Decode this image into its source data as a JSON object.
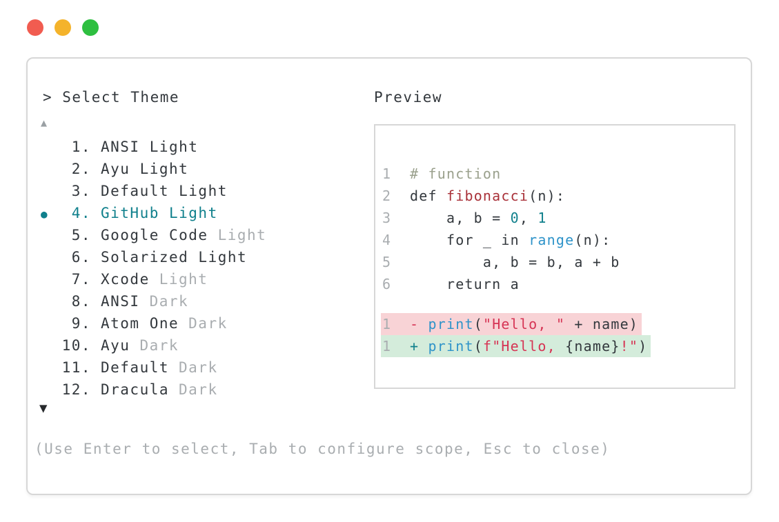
{
  "colors": {
    "panel_border": "#d7d7d7",
    "text_dark": "#33383d",
    "text_muted": "#a9adb0",
    "accent_teal": "#10808c",
    "arrow_up": "#9aa0a4",
    "arrow_down": "#26292c",
    "comment_olive": "#9aa08c",
    "func_red": "#a93139",
    "string_crimson": "#d63454",
    "builtin_blue": "#2e93c9",
    "number_teal": "#10808c",
    "lineno_gray": "#a9adb0",
    "removed_bg": "#f8d3d6",
    "added_bg": "#d4ecdb"
  },
  "window": {
    "traffic_lights": [
      {
        "name": "close",
        "color": "#f15c50"
      },
      {
        "name": "minimize",
        "color": "#f4b32b"
      },
      {
        "name": "maximize",
        "color": "#2ebf40"
      }
    ]
  },
  "palette": {
    "title": "> Select Theme",
    "scroll_up_icon": "▲",
    "scroll_down_icon": "▼",
    "selected_bullet_icon": "●",
    "items": [
      {
        "number": "1.",
        "name": "ANSI Light",
        "muted": "",
        "selected": false
      },
      {
        "number": "2.",
        "name": "Ayu Light",
        "muted": "",
        "selected": false
      },
      {
        "number": "3.",
        "name": "Default Light",
        "muted": "",
        "selected": false
      },
      {
        "number": "4.",
        "name": "GitHub Light",
        "muted": "",
        "selected": true
      },
      {
        "number": "5.",
        "name": "Google Code",
        "muted": "Light",
        "selected": false
      },
      {
        "number": "6.",
        "name": "Solarized Light",
        "muted": "",
        "selected": false
      },
      {
        "number": "7.",
        "name": "Xcode",
        "muted": "Light",
        "selected": false
      },
      {
        "number": "8.",
        "name": "ANSI",
        "muted": "Dark",
        "selected": false
      },
      {
        "number": "9.",
        "name": "Atom One",
        "muted": "Dark",
        "selected": false
      },
      {
        "number": "10.",
        "name": "Ayu",
        "muted": "Dark",
        "selected": false
      },
      {
        "number": "11.",
        "name": "Default",
        "muted": "Dark",
        "selected": false
      },
      {
        "number": "12.",
        "name": "Dracula",
        "muted": "Dark",
        "selected": false
      }
    ],
    "footer_hint": "(Use Enter to select, Tab to configure scope, Esc to close)"
  },
  "preview": {
    "label": "Preview",
    "code_lines": [
      {
        "num": "1",
        "tokens": [
          {
            "t": "# function",
            "c": "comment"
          }
        ]
      },
      {
        "num": "2",
        "tokens": [
          {
            "t": "def ",
            "c": "plain"
          },
          {
            "t": "fibonacci",
            "c": "func"
          },
          {
            "t": "(n):",
            "c": "plain"
          }
        ]
      },
      {
        "num": "3",
        "tokens": [
          {
            "t": "    a, b = ",
            "c": "plain"
          },
          {
            "t": "0",
            "c": "number"
          },
          {
            "t": ", ",
            "c": "plain"
          },
          {
            "t": "1",
            "c": "number"
          }
        ]
      },
      {
        "num": "4",
        "tokens": [
          {
            "t": "    for _ in ",
            "c": "plain"
          },
          {
            "t": "range",
            "c": "builtin"
          },
          {
            "t": "(n):",
            "c": "plain"
          }
        ]
      },
      {
        "num": "5",
        "tokens": [
          {
            "t": "        a, b = b, a + b",
            "c": "plain"
          }
        ]
      },
      {
        "num": "6",
        "tokens": [
          {
            "t": "    return a",
            "c": "plain"
          }
        ]
      },
      {
        "num": "",
        "spacer": true,
        "tokens": []
      },
      {
        "num": "1",
        "diff": "removed",
        "tokens": [
          {
            "t": "- ",
            "c": "diff-removed"
          },
          {
            "t": "print",
            "c": "builtin"
          },
          {
            "t": "(",
            "c": "plain"
          },
          {
            "t": "\"Hello, \"",
            "c": "string"
          },
          {
            "t": " + name)",
            "c": "plain"
          }
        ]
      },
      {
        "num": "1",
        "diff": "added",
        "tokens": [
          {
            "t": "+ ",
            "c": "diff-added"
          },
          {
            "t": "print",
            "c": "builtin"
          },
          {
            "t": "(",
            "c": "plain"
          },
          {
            "t": "f\"Hello, ",
            "c": "string"
          },
          {
            "t": "{name}",
            "c": "plain"
          },
          {
            "t": "!\"",
            "c": "string"
          },
          {
            "t": ")",
            "c": "plain"
          }
        ]
      }
    ]
  }
}
